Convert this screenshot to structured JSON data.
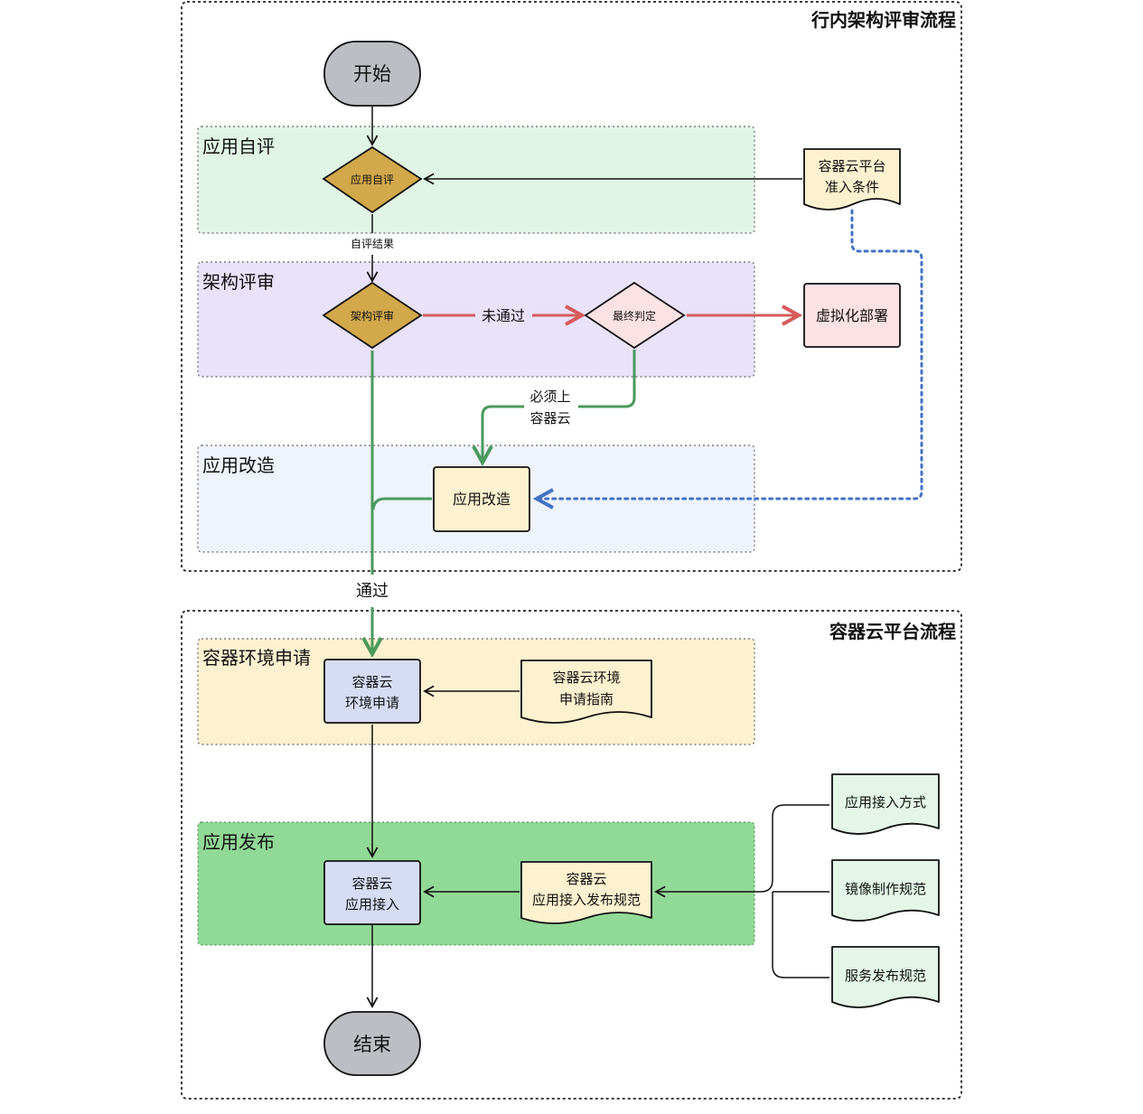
{
  "groups": {
    "bank_review": "行内架构评审流程",
    "container_platform": "容器云平台流程"
  },
  "lanes": {
    "self_review": "应用自评",
    "architecture_review": "架构评审",
    "app_refactor": "应用改造",
    "env_apply": "容器环境申请",
    "app_release": "应用发布"
  },
  "nodes": {
    "start": "开始",
    "self_review_decision": "应用自评",
    "arch_review_decision": "架构评审",
    "final_judgement": "最终判定",
    "virtualization": "虚拟化部署",
    "refactor": "应用改造",
    "admission_doc_line1": "容器云平台",
    "admission_doc_line2": "准入条件",
    "env_apply_line1": "容器云",
    "env_apply_line2": "环境申请",
    "env_guide_line1": "容器云环境",
    "env_guide_line2": "申请指南",
    "app_access_line1": "容器云",
    "app_access_line2": "应用接入",
    "release_spec_line1": "容器云",
    "release_spec_line2": "应用接入发布规范",
    "access_method": "应用接入方式",
    "image_spec": "镜像制作规范",
    "service_release_spec": "服务发布规范",
    "end": "结束"
  },
  "edge_labels": {
    "self_review_result": "自评结果",
    "not_passed": "未通过",
    "must_container_line1": "必须上",
    "must_container_line2": "容器云",
    "passed": "通过"
  },
  "colors": {
    "terminal_fill": "#bcbec3",
    "decision_fill": "#d2a84a",
    "final_fill": "#fde2e4",
    "doc_fill": "#fdf1cf",
    "doc_green_fill": "#e3f6e8",
    "process_fill": "#d7dcf5",
    "lane_self": "#e1f5e6",
    "lane_arch": "#e8e2fa",
    "lane_refactor": "#eef3fc",
    "lane_env": "#fdf1d0",
    "lane_release": "#91d996",
    "red_arrow": "#d65a5a",
    "green_arrow": "#4a9a5c",
    "blue_dotted": "#4472c4"
  }
}
